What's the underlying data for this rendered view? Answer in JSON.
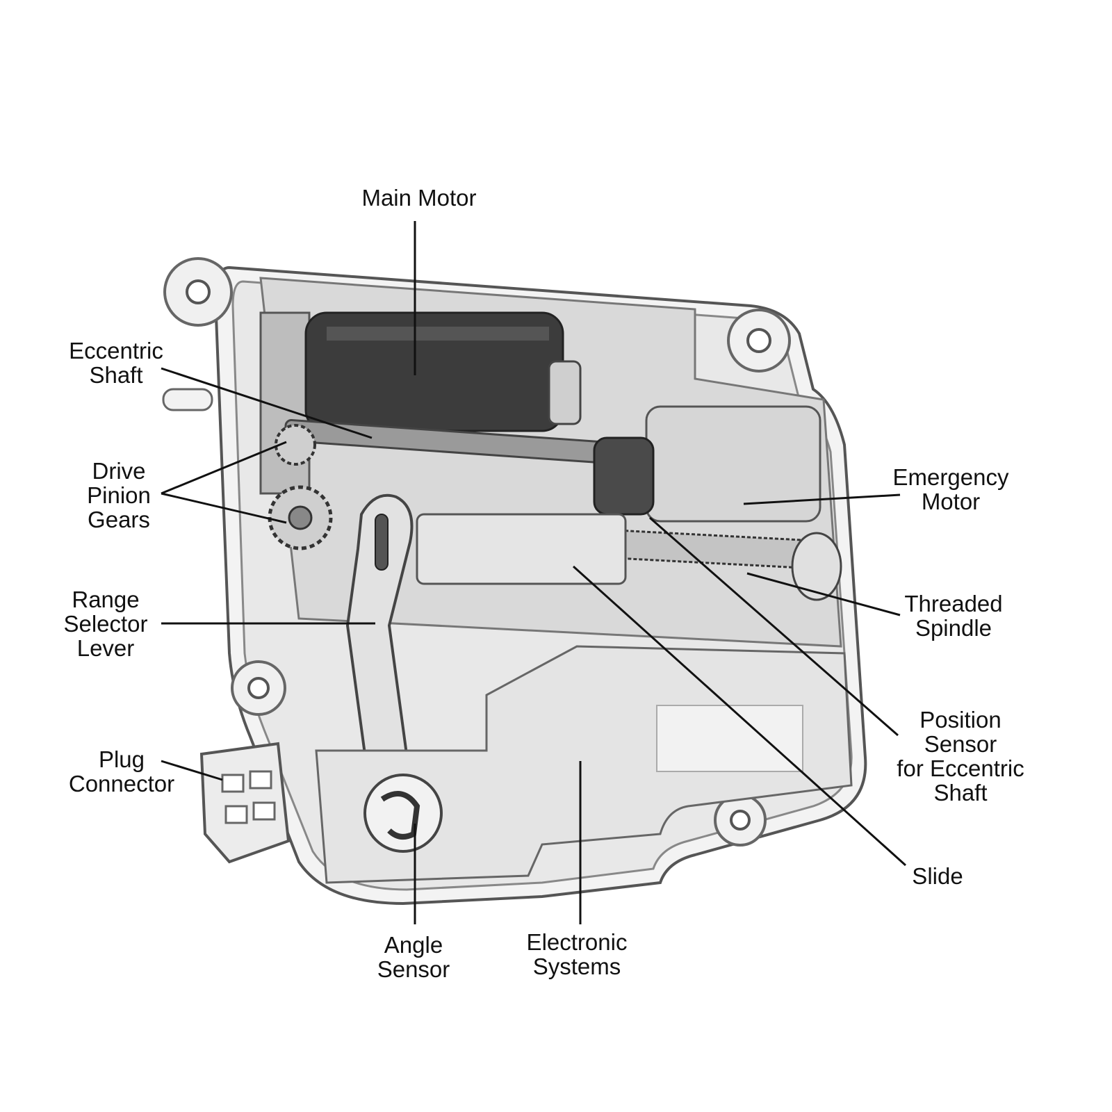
{
  "labels": {
    "main_motor": "Main Motor",
    "eccentric_shaft": [
      "Eccentric",
      "Shaft"
    ],
    "drive_pinion_gears": [
      "Drive",
      "Pinion",
      "Gears"
    ],
    "range_selector_lever": [
      "Range",
      "Selector",
      "Lever"
    ],
    "plug_connector": [
      "Plug",
      "Connector"
    ],
    "angle_sensor": [
      "Angle",
      "Sensor"
    ],
    "electronic_systems": [
      "Electronic",
      "Systems"
    ],
    "emergency_motor": [
      "Emergency",
      "Motor"
    ],
    "threaded_spindle": [
      "Threaded",
      "Spindle"
    ],
    "position_sensor": [
      "Position",
      "Sensor",
      "for Eccentric",
      "Shaft"
    ],
    "slide": "Slide"
  },
  "colors": {
    "line": "#111111",
    "housing": "#efefef",
    "dark": "#3a3a3a"
  }
}
